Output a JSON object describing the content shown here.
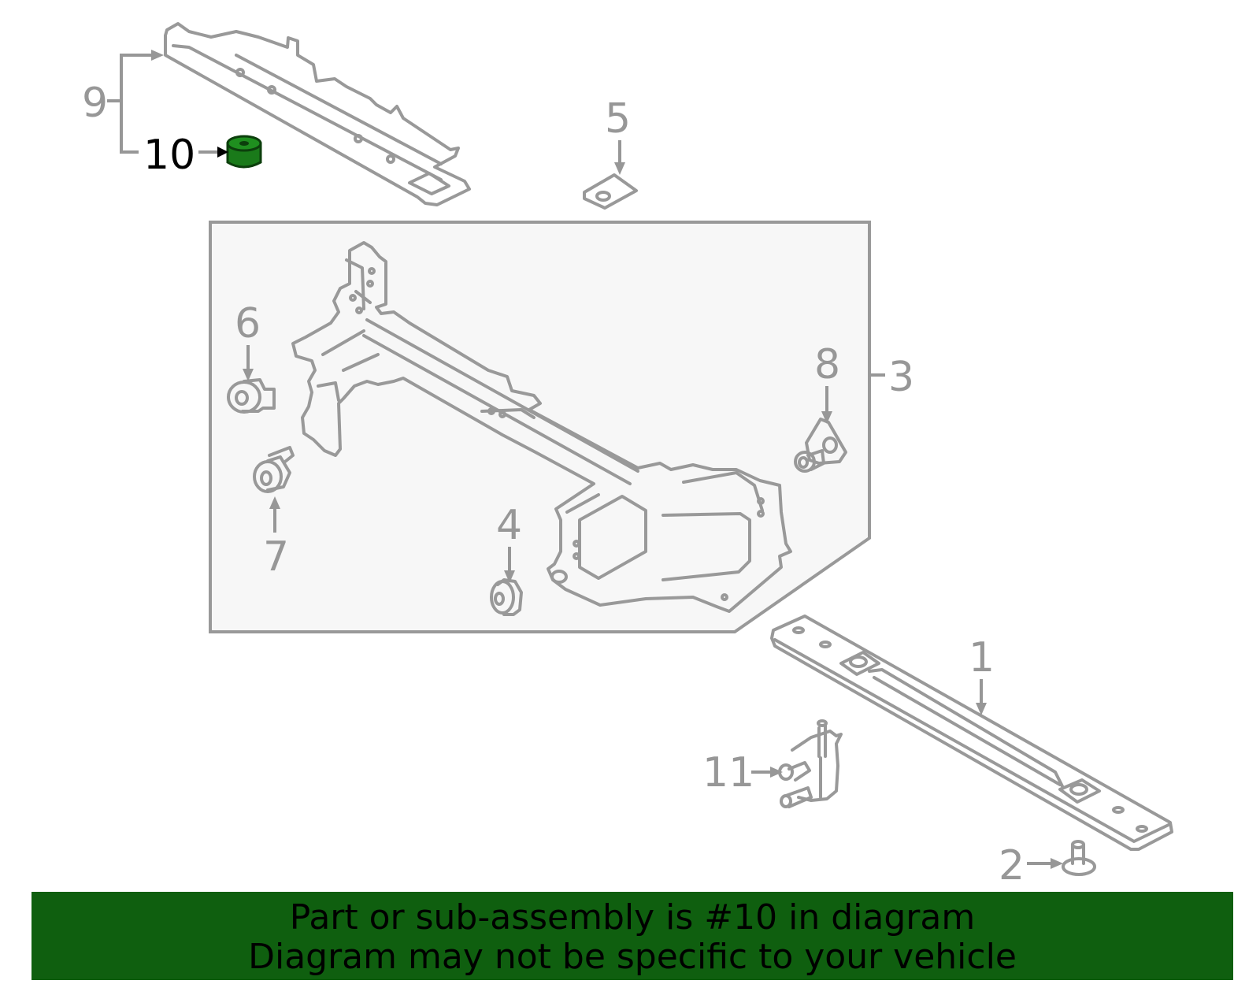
{
  "diagram": {
    "callouts": [
      {
        "number": "1"
      },
      {
        "number": "2"
      },
      {
        "number": "3"
      },
      {
        "number": "4"
      },
      {
        "number": "5"
      },
      {
        "number": "6"
      },
      {
        "number": "7"
      },
      {
        "number": "8"
      },
      {
        "number": "9"
      },
      {
        "number": "10",
        "highlighted": true
      },
      {
        "number": "11"
      }
    ],
    "highlight_color": "#1a7a1a"
  },
  "banner": {
    "line1": "Part or sub-assembly is #10 in diagram",
    "line2": "Diagram may not be specific to your vehicle",
    "background": "#0f5f0f"
  }
}
